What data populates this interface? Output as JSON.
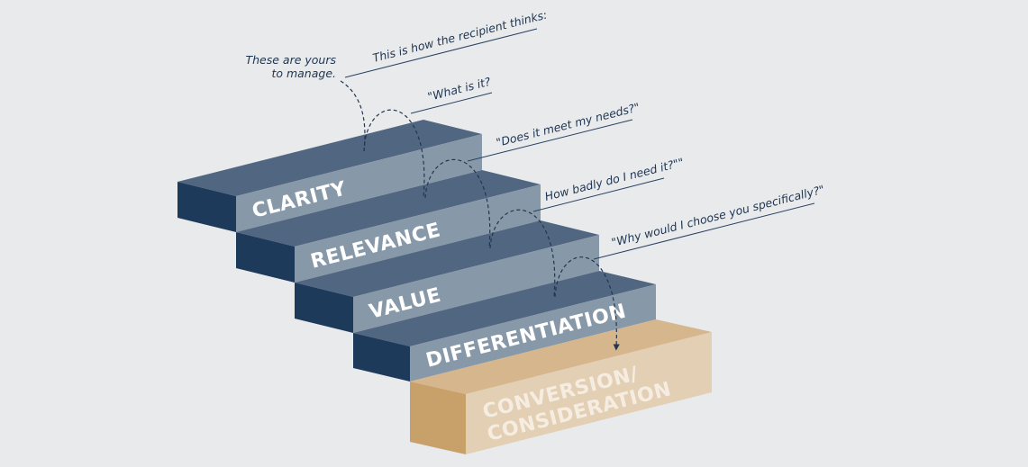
{
  "colors": {
    "background": "#e9eaeb",
    "step_top": "#516680",
    "step_front": "#8799a9",
    "step_side": "#1e3a5a",
    "final_top": "#d6b68d",
    "final_front": "#e3cfb3",
    "final_side": "#c8a06a",
    "annotation_text": "#1e3552"
  },
  "steps": [
    {
      "label": "CLARITY"
    },
    {
      "label": "RELEVANCE"
    },
    {
      "label": "VALUE"
    },
    {
      "label": "DIFFERENTIATION"
    }
  ],
  "final_step": {
    "line1": "CONVERSION/",
    "line2": "CONSIDERATION"
  },
  "annotations": {
    "manage_line1": "These are yours",
    "manage_line2": "to manage.",
    "recipient": "This is how the recipient thinks:",
    "q1": "\"What is it?",
    "q2": "\"Does it meet my needs?\"",
    "q3": "How badly do I need it?\"\"",
    "q4": "\"Why would I choose you specifically?\""
  }
}
